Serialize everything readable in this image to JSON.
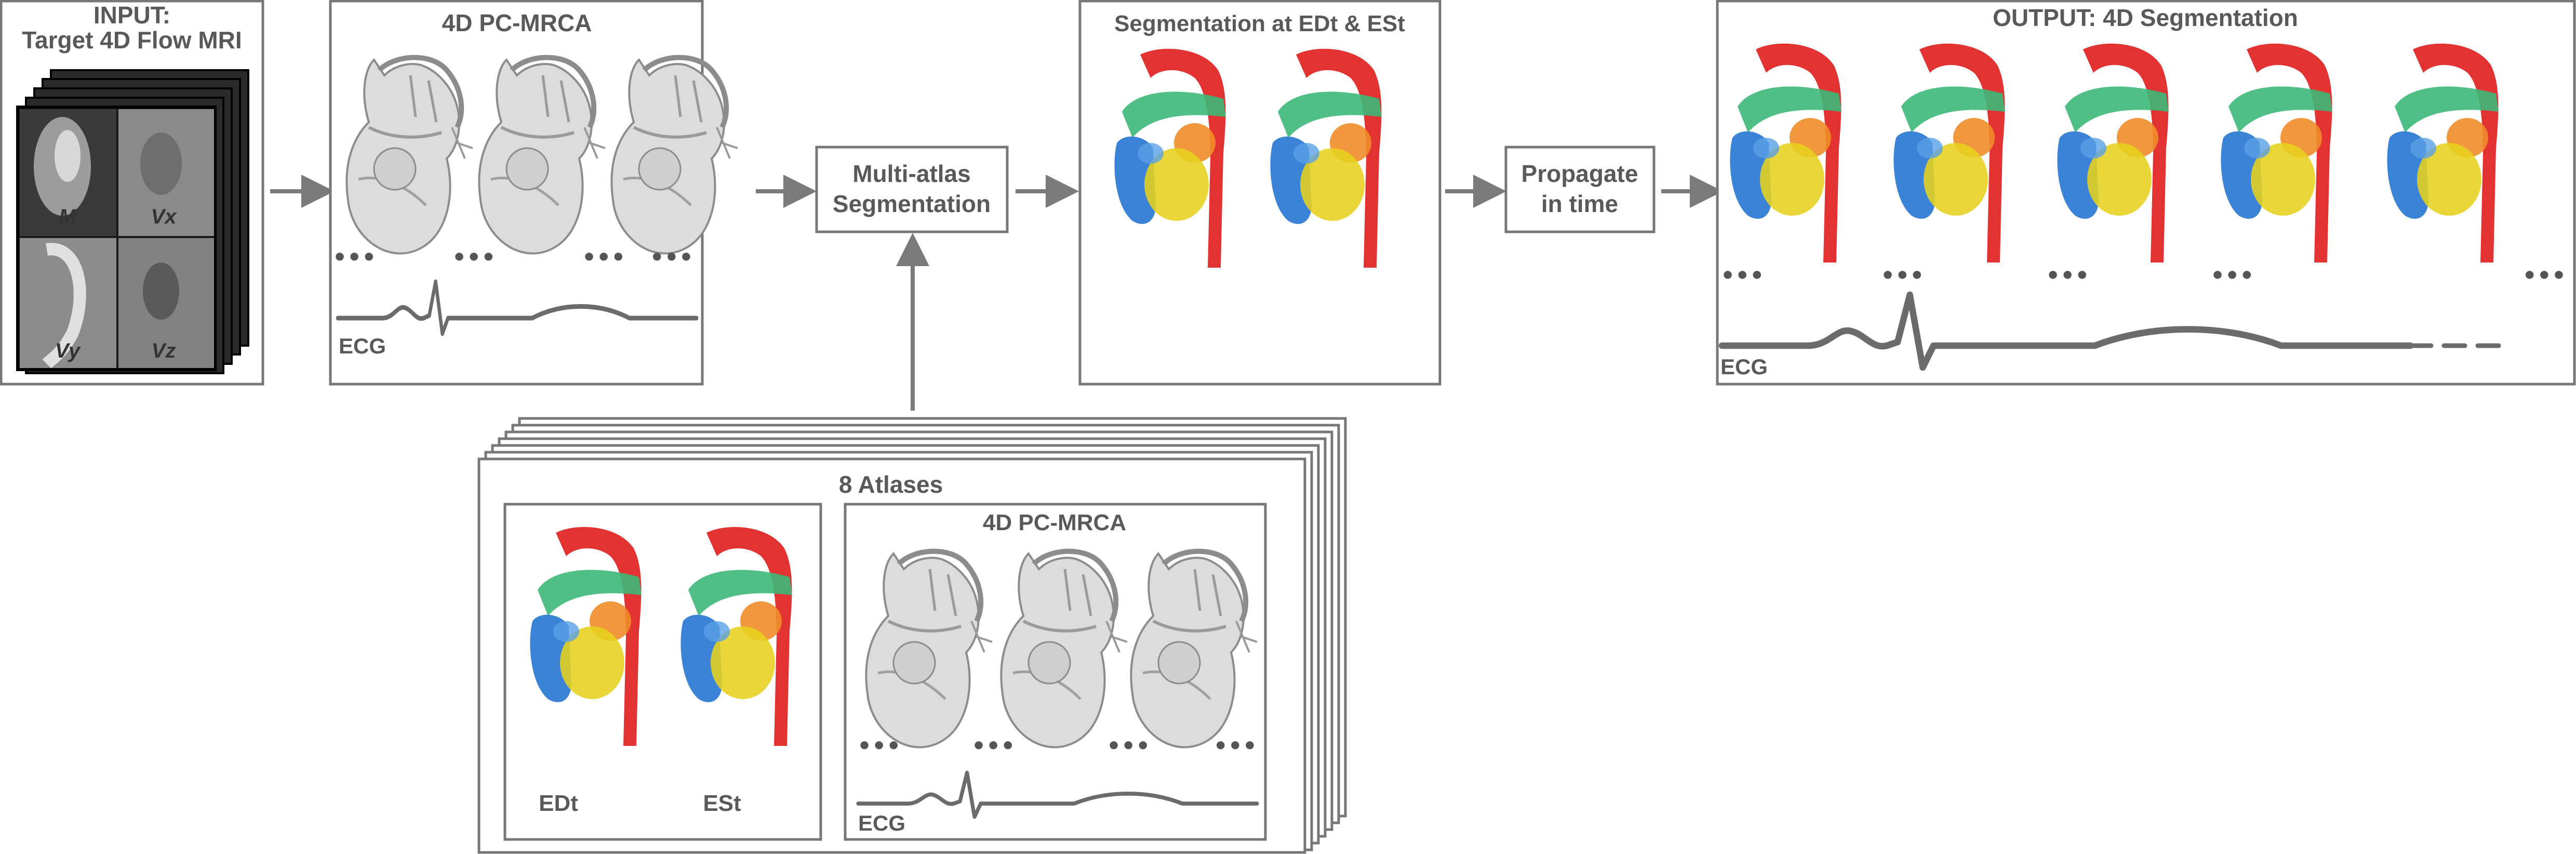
{
  "input": {
    "line1": "INPUT:",
    "line2": "Target 4D Flow MRI",
    "panels": [
      "M",
      "Vx",
      "Vy",
      "Vz"
    ]
  },
  "pcmrca": {
    "title": "4D PC-MRCA",
    "ecg": "ECG",
    "dots": "•••"
  },
  "multiatlas": {
    "line1": "Multi-atlas",
    "line2": "Segmentation"
  },
  "seg": {
    "title": "Segmentation at EDt & ESt"
  },
  "propagate": {
    "line1": "Propagate",
    "line2": "in time"
  },
  "output": {
    "title": "OUTPUT: 4D Segmentation",
    "ecg": "ECG",
    "dots": "•••"
  },
  "atlases": {
    "title": "8 Atlases",
    "edt": "EDt",
    "est": "ESt",
    "pcmrca_title": "4D PC-MRCA",
    "ecg": "ECG",
    "dots": "•••"
  },
  "colors": {
    "aorta": "#e23232",
    "pulmonary": "#3cb878",
    "left_atrium": "#f08c28",
    "right_ventricle": "#2a78d2",
    "left_ventricle": "#e6d21e",
    "heart_gray": "#c8c8c8",
    "arrow": "#7a7a7a"
  }
}
